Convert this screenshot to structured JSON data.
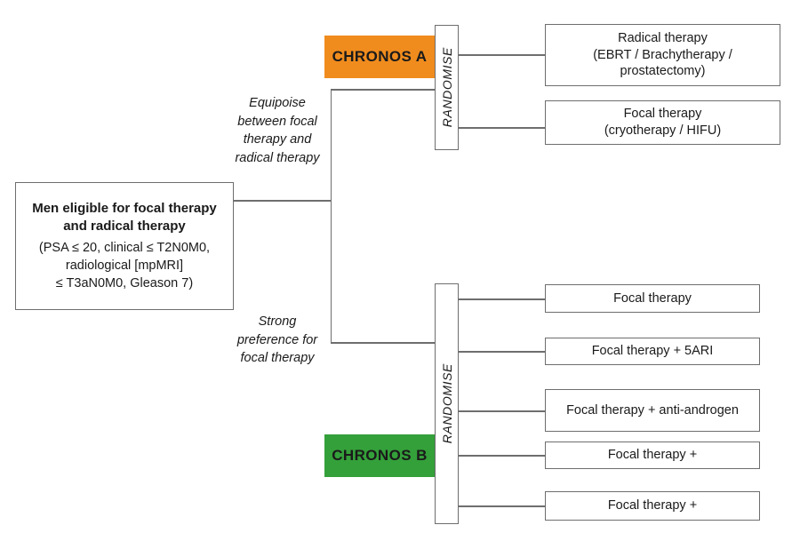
{
  "diagram": {
    "title": "CHRONOS trial randomisation flow",
    "colors": {
      "orange": "#F08C1E",
      "green": "#34A03A",
      "line": "#6e6e6e",
      "text": "#1a1a1a",
      "background": "#ffffff"
    }
  },
  "eligibility": {
    "title_line_1": "Men eligible for focal therapy",
    "title_line_2": "and radical therapy",
    "detail_line_1": "(PSA ≤ 20, clinical ≤ T2N0M0,",
    "detail_line_2": "radiological [mpMRI]",
    "detail_line_3": "≤ T3aN0M0, Gleason 7)"
  },
  "branches": [
    {
      "id": "a",
      "label_line_1": "Equipoise",
      "label_line_2": "between focal",
      "label_line_3": "therapy and",
      "label_line_4": "radical therapy",
      "arm_label": "CHRONOS A",
      "randomise_label": "RANDOMISE",
      "outcomes": [
        {
          "line_1": "Radical therapy",
          "line_2": "(EBRT / Brachytherapy /",
          "line_3": "prostatectomy)"
        },
        {
          "line_1": "Focal therapy",
          "line_2": "(cryotherapy / HIFU)"
        }
      ]
    },
    {
      "id": "b",
      "label_line_1": "Strong",
      "label_line_2": "preference for",
      "label_line_3": "focal therapy",
      "arm_label": "CHRONOS B",
      "randomise_label": "RANDOMISE",
      "outcomes": [
        {
          "line_1": "Focal therapy"
        },
        {
          "line_1": "Focal therapy + 5ARI"
        },
        {
          "line_1": "Focal therapy + anti-androgen"
        },
        {
          "line_1": "Focal therapy +"
        },
        {
          "line_1": "Focal therapy +"
        }
      ]
    }
  ]
}
